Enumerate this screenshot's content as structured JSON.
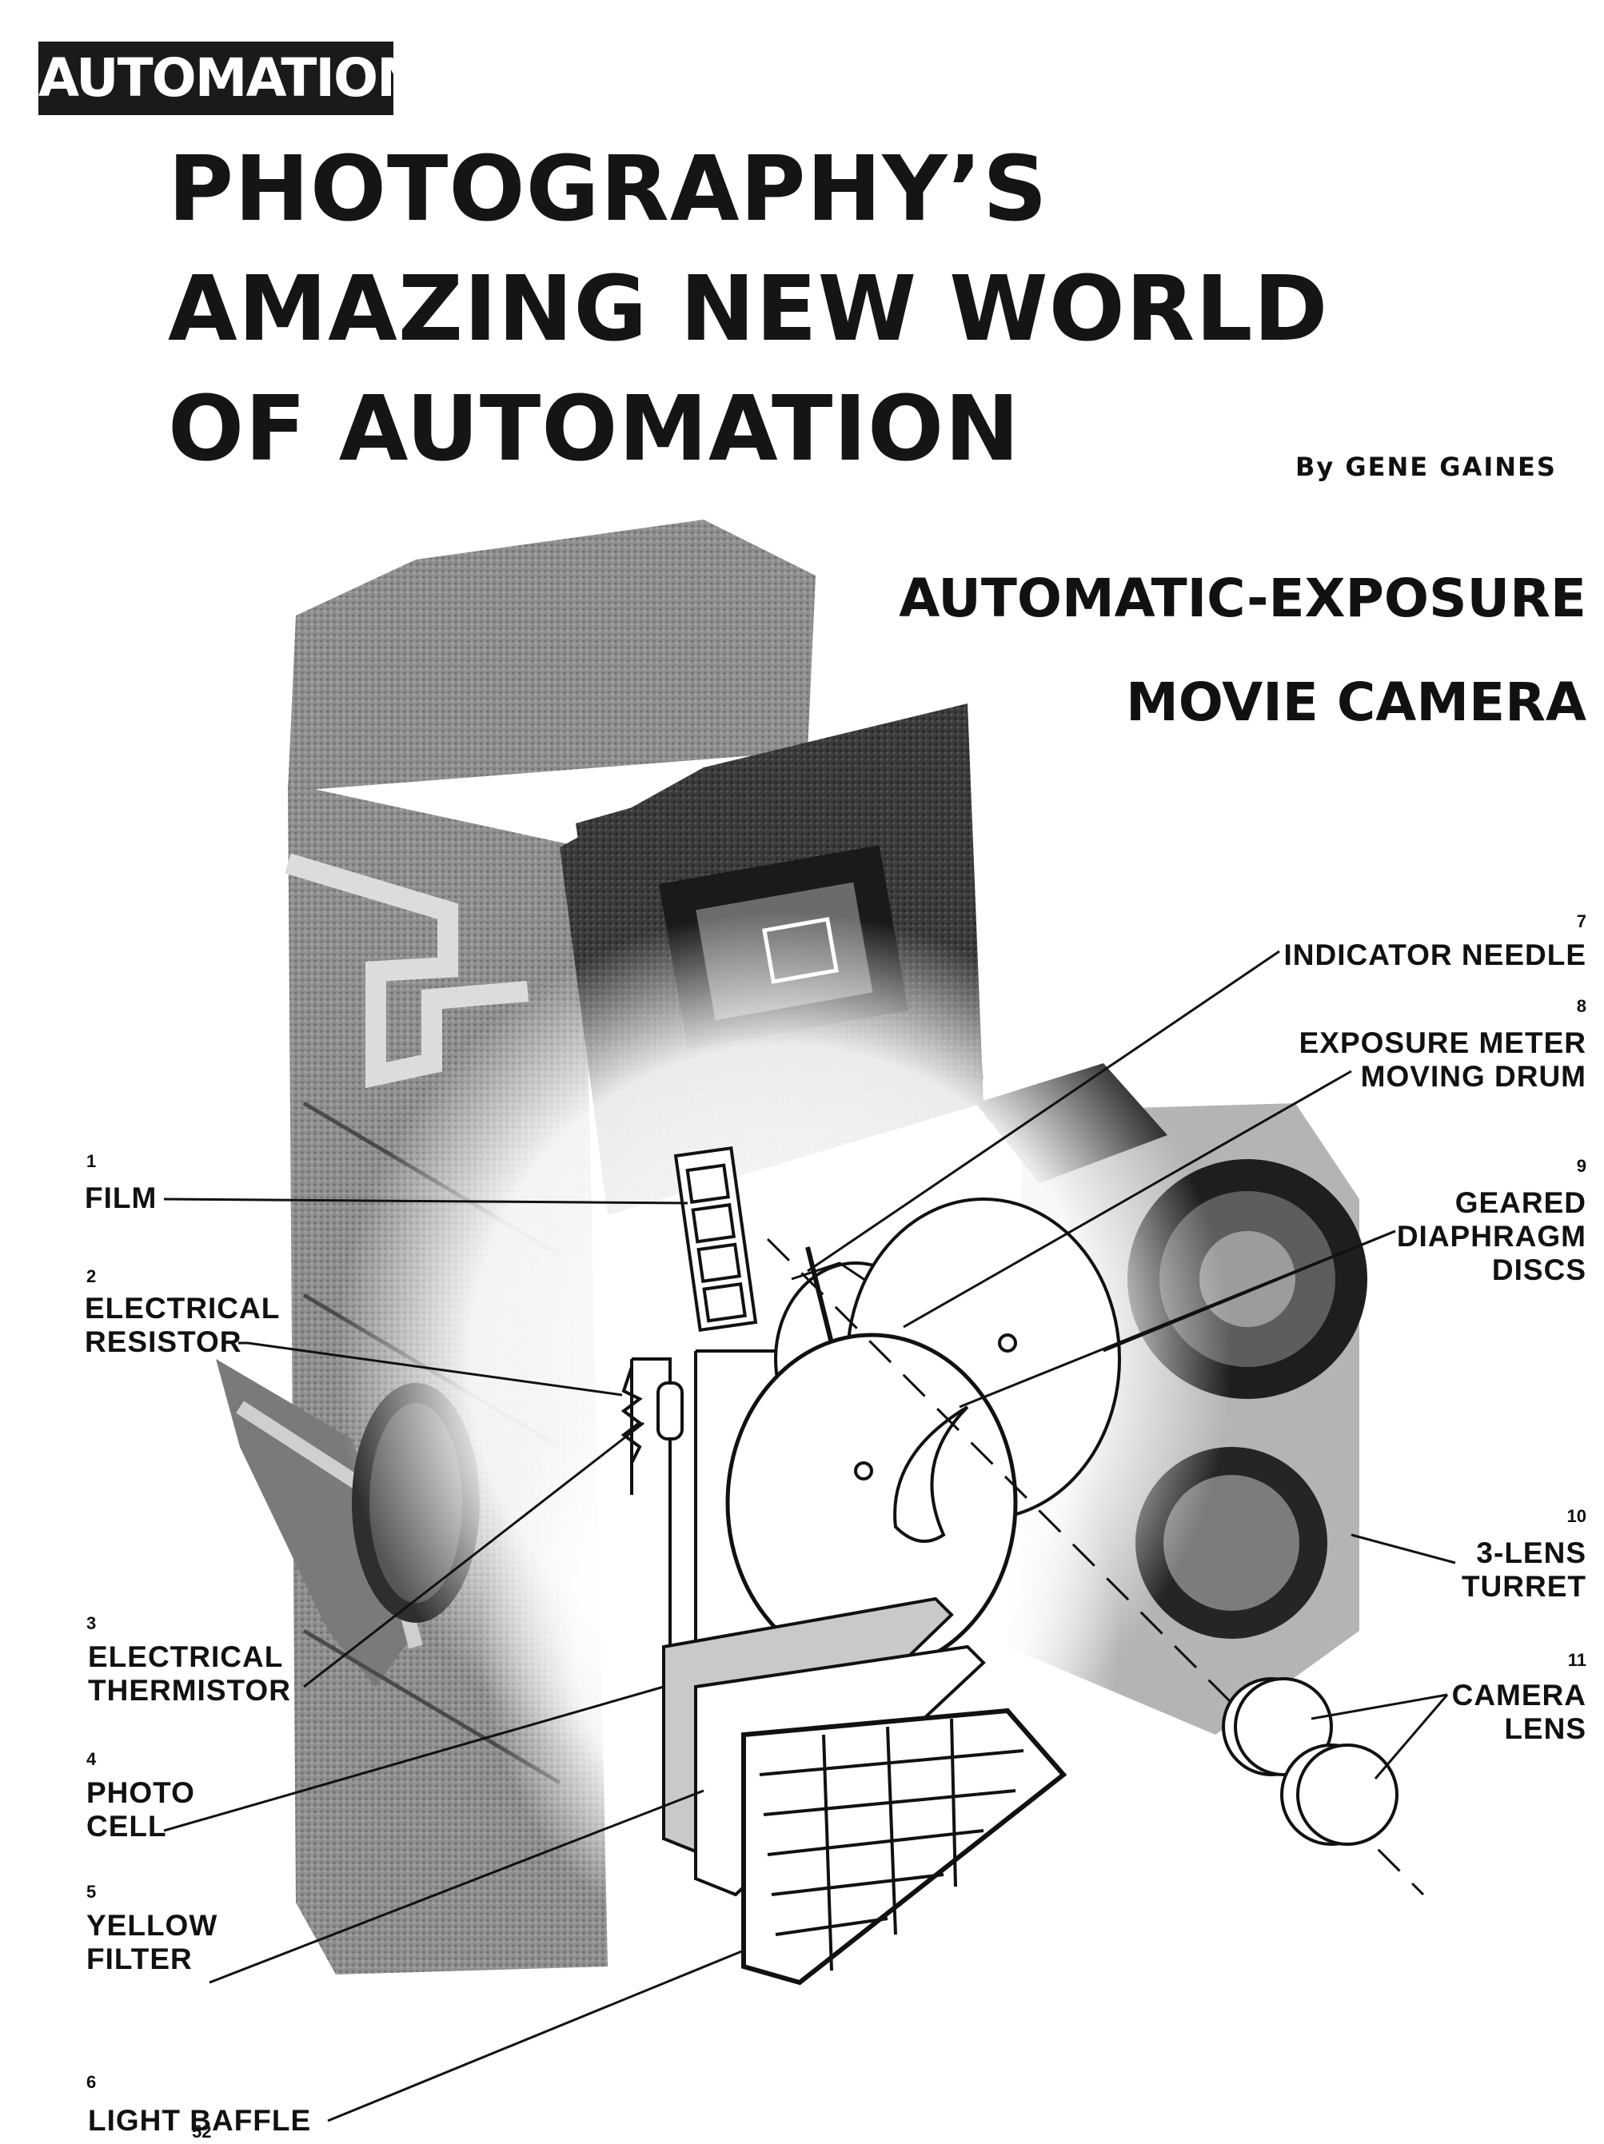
{
  "section_tag": "AUTOMATION",
  "headline": {
    "line1": "PHOTOGRAPHY’S",
    "line2": "AMAZING NEW WORLD",
    "line3": "OF AUTOMATION"
  },
  "byline": "By GENE GAINES",
  "subhead": {
    "line1": "AUTOMATIC-EXPOSURE",
    "line2": "MOVIE CAMERA"
  },
  "callouts": [
    {
      "number": "1",
      "label": "FILM"
    },
    {
      "number": "2",
      "label": "ELECTRICAL\nRESISTOR"
    },
    {
      "number": "3",
      "label": "ELECTRICAL\nTHERMISTOR"
    },
    {
      "number": "4",
      "label": "PHOTO\nCELL"
    },
    {
      "number": "5",
      "label": "YELLOW\nFILTER"
    },
    {
      "number": "6",
      "label": "LIGHT BAFFLE"
    },
    {
      "number": "7",
      "label": "INDICATOR NEEDLE"
    },
    {
      "number": "8",
      "label": "EXPOSURE METER\nMOVING DRUM"
    },
    {
      "number": "9",
      "label": "GEARED\nDIAPHRAGM\nDISCS"
    },
    {
      "number": "10",
      "label": "3-LENS\nTURRET"
    },
    {
      "number": "11",
      "label": "CAMERA\nLENS"
    }
  ],
  "page_number": "52"
}
